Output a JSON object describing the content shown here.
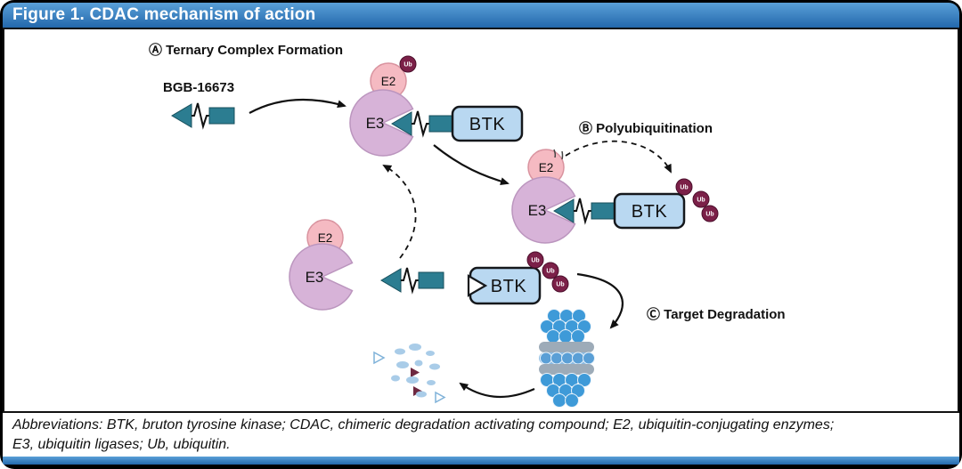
{
  "title": "Figure 1. CDAC mechanism of action",
  "steps": {
    "a": "Ⓐ Ternary Complex Formation",
    "b": "Ⓑ Polyubiquitination",
    "c": "Ⓒ Target Degradation"
  },
  "molecule": "BGB-16673",
  "labels": {
    "e3": "E3",
    "e2": "E2",
    "btk": "BTK",
    "ub": "Ub"
  },
  "caption": {
    "line1": "Abbreviations: BTK, bruton tyrosine kinase; CDAC, chimeric degradation activating compound; E2, ubiquitin-conjugating enzymes;",
    "line2": "E3, ubiquitin ligases; Ub, ubiquitin."
  },
  "colors": {
    "title_top": "#5aa0d8",
    "title_bottom": "#2368ac",
    "e3_fill": "#d7b3d8",
    "e3_stroke": "#bb95be",
    "e2_fill": "#f5bac2",
    "e2_stroke": "#d9939f",
    "ub_fill": "#7b2048",
    "ub_stroke": "#4c0f2c",
    "btk_fill": "#b9d8f1",
    "btk_stroke": "#15181c",
    "binder_fill": "#2c7d91",
    "binder_stroke": "#174f5c",
    "arrow": "#111111",
    "prot_cap": "#3e9ad8",
    "prot_mid": "#5a9fd6",
    "prot_mid_band": "#8cbbe2",
    "prot_band": "#9dabb8",
    "frag_blue": "#a9cce8",
    "frag_outline": "#7fb2d9",
    "frag_dark": "#6d2840"
  }
}
